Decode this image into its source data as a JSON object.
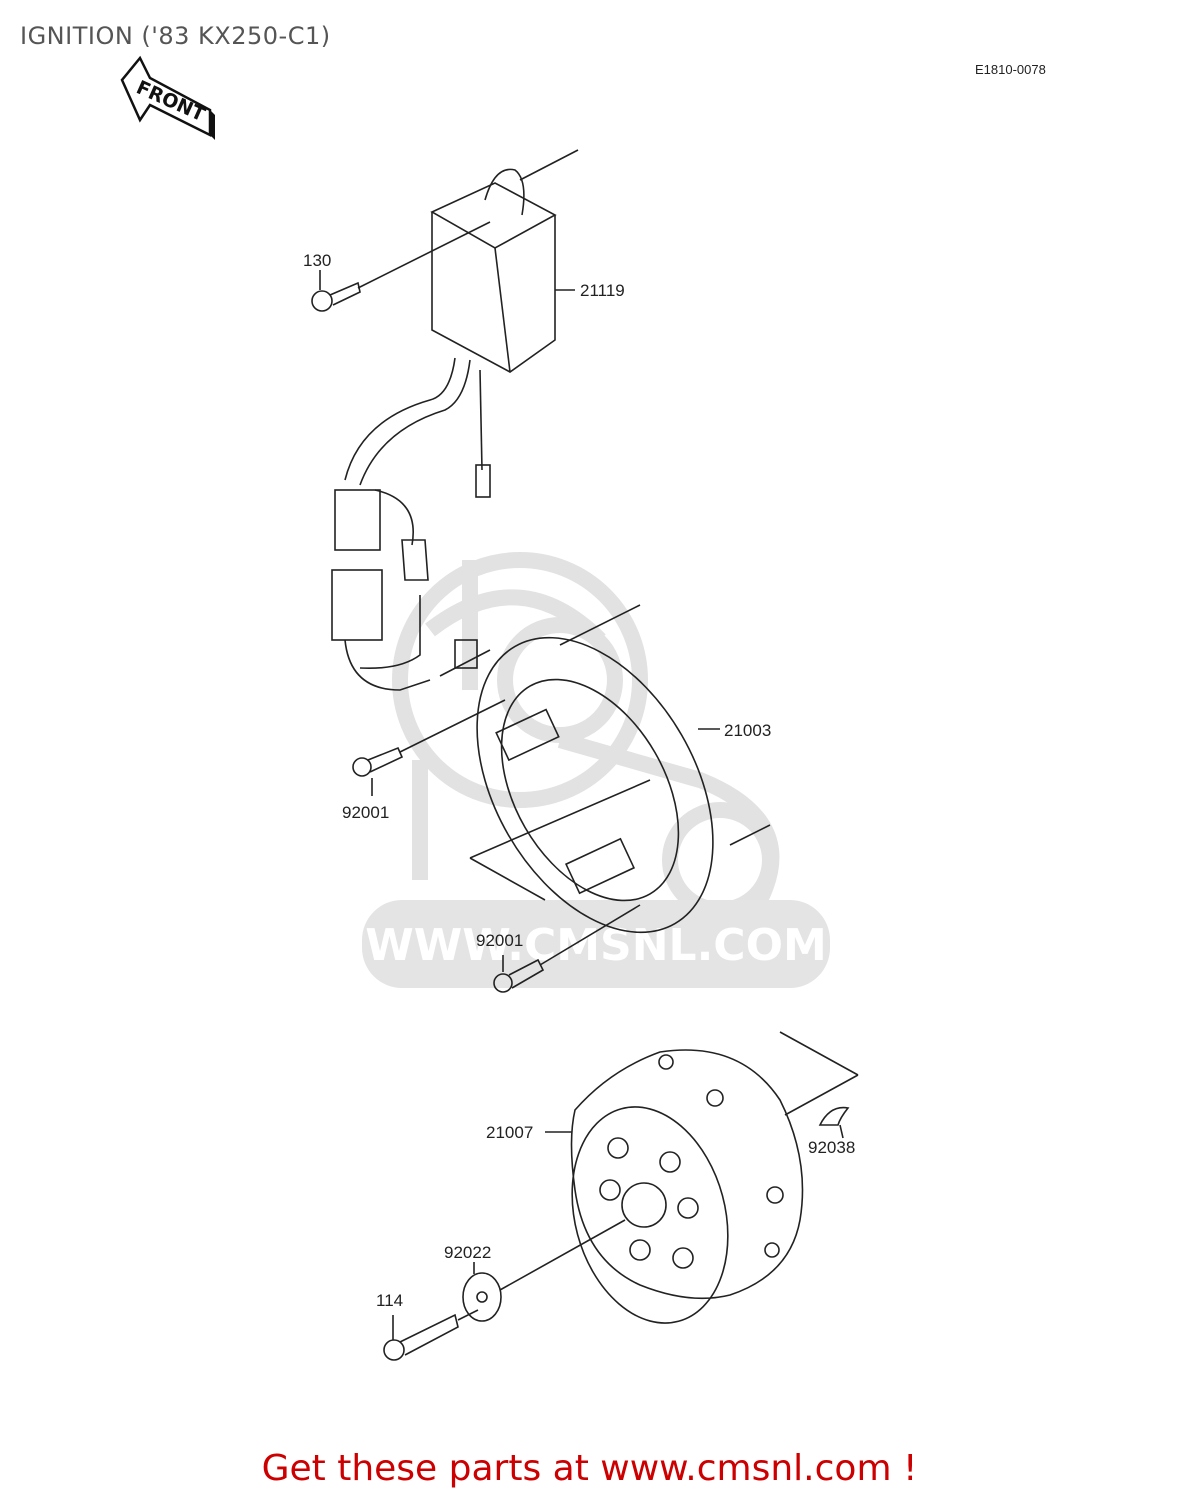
{
  "diagram": {
    "title": "IGNITION ('83 KX250-C1)",
    "diagram_code": "E1810-0078",
    "front_indicator": "FRONT",
    "watermark": "WWW.CMSNL.COM",
    "footer": "Get these parts at www.cmsnl.com !",
    "colors": {
      "title": "#555555",
      "footer": "#cc0000",
      "line": "#222222",
      "watermark": "#e0e0e0"
    },
    "parts": [
      {
        "ref": "130",
        "name": "bolt"
      },
      {
        "ref": "21119",
        "name": "igniter / CDI unit"
      },
      {
        "ref": "21003",
        "name": "stator"
      },
      {
        "ref": "92001",
        "name": "bolt (upper)"
      },
      {
        "ref": "92001",
        "name": "bolt (lower)"
      },
      {
        "ref": "21007",
        "name": "flywheel / rotor"
      },
      {
        "ref": "92038",
        "name": "woodruff key"
      },
      {
        "ref": "92022",
        "name": "washer"
      },
      {
        "ref": "114",
        "name": "bolt"
      }
    ]
  }
}
